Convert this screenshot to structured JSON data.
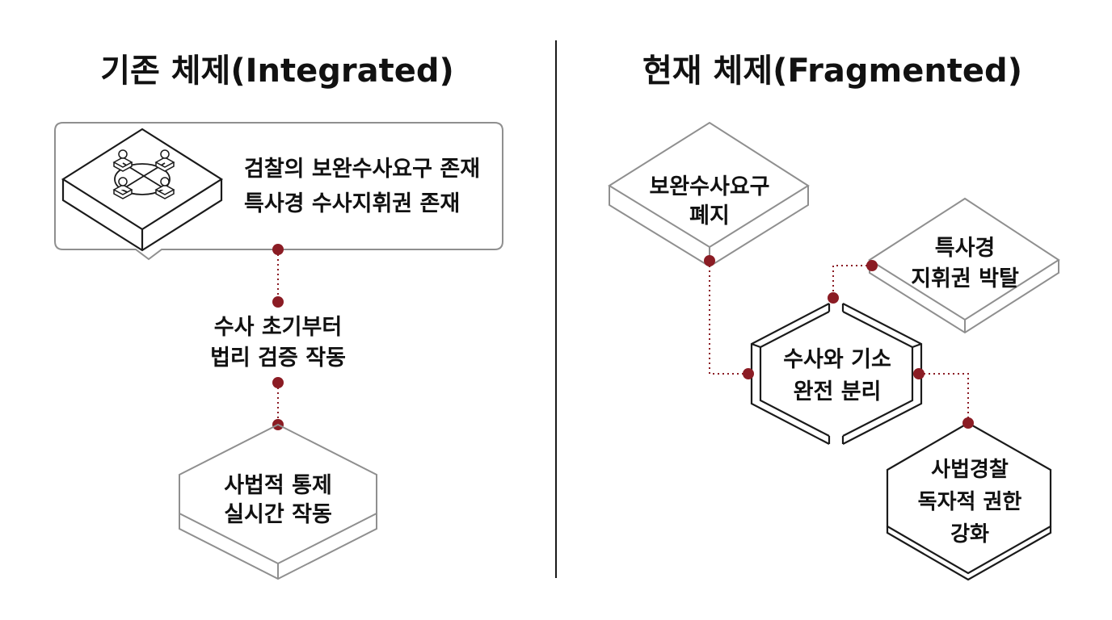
{
  "left": {
    "title": "기존 체제(Integrated)",
    "panel_lines": [
      "검찰의 보완수사요구 존재",
      "특사경 수사지휘권 존재"
    ],
    "middle_lines": [
      "수사 초기부터",
      "법리 검증 작동"
    ],
    "bottom_lines": [
      "사법적 통제",
      "실시간 작동"
    ]
  },
  "right": {
    "title": "현재 체제(Fragmented)",
    "node_top_left": [
      "보완수사요구",
      "폐지"
    ],
    "node_top_right": [
      "특사경",
      "지휘권 박탈"
    ],
    "node_center": [
      "수사와 기소",
      "완전 분리"
    ],
    "node_bottom": [
      "사법경찰",
      "독자적 권한",
      "강화"
    ]
  },
  "colors": {
    "accent": "#8b1c24",
    "line": "#8f8f8f",
    "ink": "#111111"
  }
}
